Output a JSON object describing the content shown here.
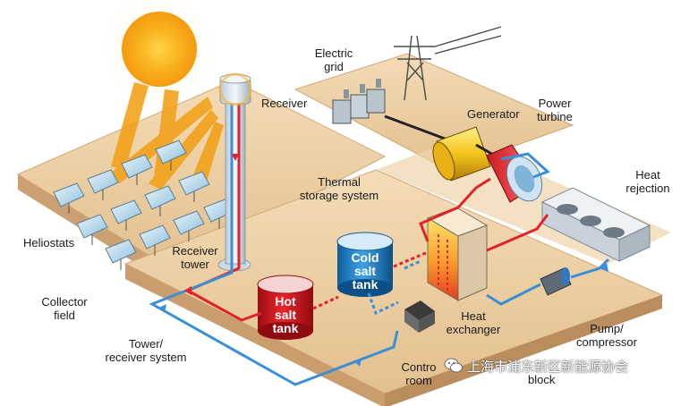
{
  "labels": {
    "electric_grid": "Electric\ngrid",
    "receiver": "Receiver",
    "generator": "Generator",
    "power_turbine": "Power\nturbine",
    "heat_rejection": "Heat\nrejection",
    "thermal_storage": "Thermal\nstorage system",
    "heliostats": "Heliostats",
    "receiver_tower": "Receiver\ntower",
    "collector_field": "Collector\nfield",
    "cold_salt_tank": "Cold\nsalt\ntank",
    "hot_salt_tank": "Hot\nsalt\ntank",
    "heat_exchanger": "Heat\nexchanger",
    "pump_compressor": "Pump/\ncompressor",
    "tower_receiver_system": "Tower/\nreceiver system",
    "control_room": "Contro\nroom",
    "power_block": "block"
  },
  "watermark": {
    "text": "上海市浦东新区新能源协会"
  },
  "colors": {
    "hot_loop": "#e0232a",
    "cold_loop": "#3b8fd6",
    "ground": "#e7c79b",
    "sun": "#f7a318",
    "sunlight": "#f2a21b"
  }
}
